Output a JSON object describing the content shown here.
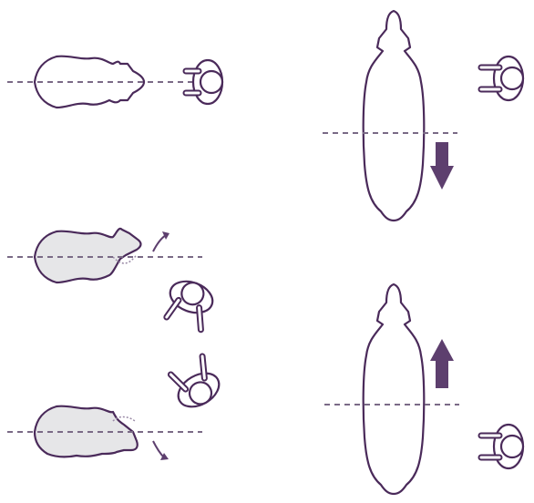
{
  "colors": {
    "outline": "#4a2a5a",
    "dash": "#7a6a86",
    "arrow": "#5d3f6e",
    "cow_fill_moved": "#e6e6e8",
    "cow_fill_default": "#ffffff",
    "background": "#ffffff"
  },
  "panels": {
    "left": [
      {
        "cow_orientation": "side-right",
        "cow_shaded": false,
        "handler_pose": "standing",
        "head_turn": "none",
        "motion_arrow": "none"
      },
      {
        "cow_orientation": "side-right",
        "cow_shaded": true,
        "handler_pose": "reaching-up",
        "head_turn": "up",
        "motion_arrow": "curve-up"
      },
      {
        "cow_orientation": "side-right",
        "cow_shaded": true,
        "handler_pose": "reaching-down",
        "head_turn": "down",
        "motion_arrow": "curve-down"
      }
    ],
    "right": [
      {
        "cow_orientation": "top-up",
        "handler_pose": "standing",
        "movement": "backward",
        "motion_arrow": "down-arrow"
      },
      {
        "cow_orientation": "top-up",
        "handler_pose": "standing",
        "movement": "forward",
        "motion_arrow": "up-arrow"
      }
    ]
  },
  "icons": [
    "cow-side-icon",
    "cow-top-icon",
    "person-top-icon",
    "arrow-down-icon",
    "arrow-up-icon",
    "curved-arrow-icon"
  ]
}
